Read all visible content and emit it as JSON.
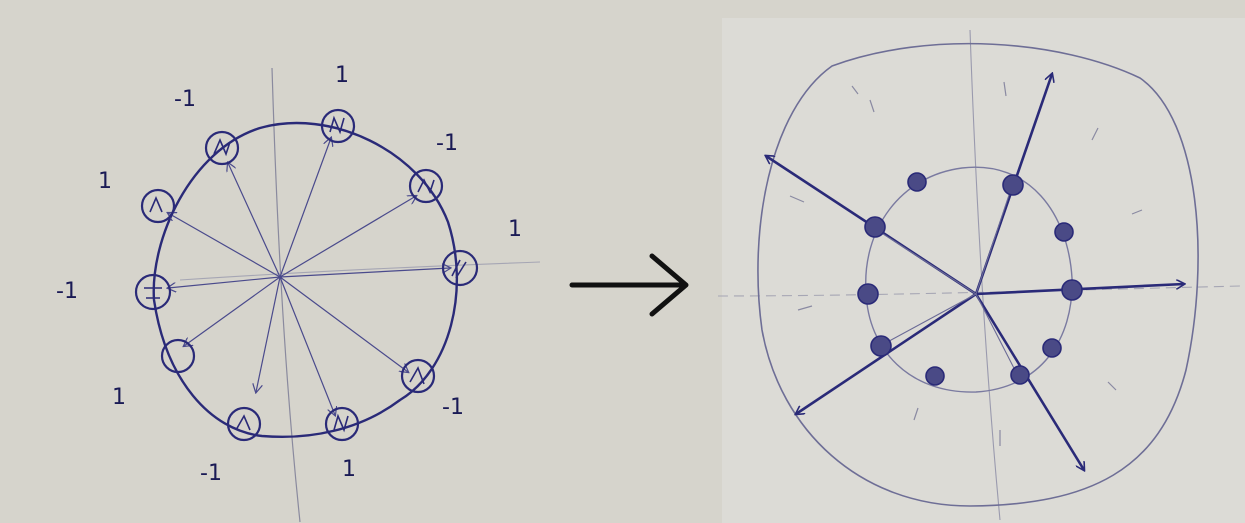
{
  "left_diagram": {
    "labels": [
      "1",
      "-1",
      "1",
      "-1",
      "1",
      "-1",
      "1",
      "-1",
      "1",
      "-1"
    ]
  },
  "colors": {
    "paper": "#d6d4cc",
    "ink": "#2a2a78",
    "pencil": "#8a8a9e",
    "arrow": "#111111"
  }
}
